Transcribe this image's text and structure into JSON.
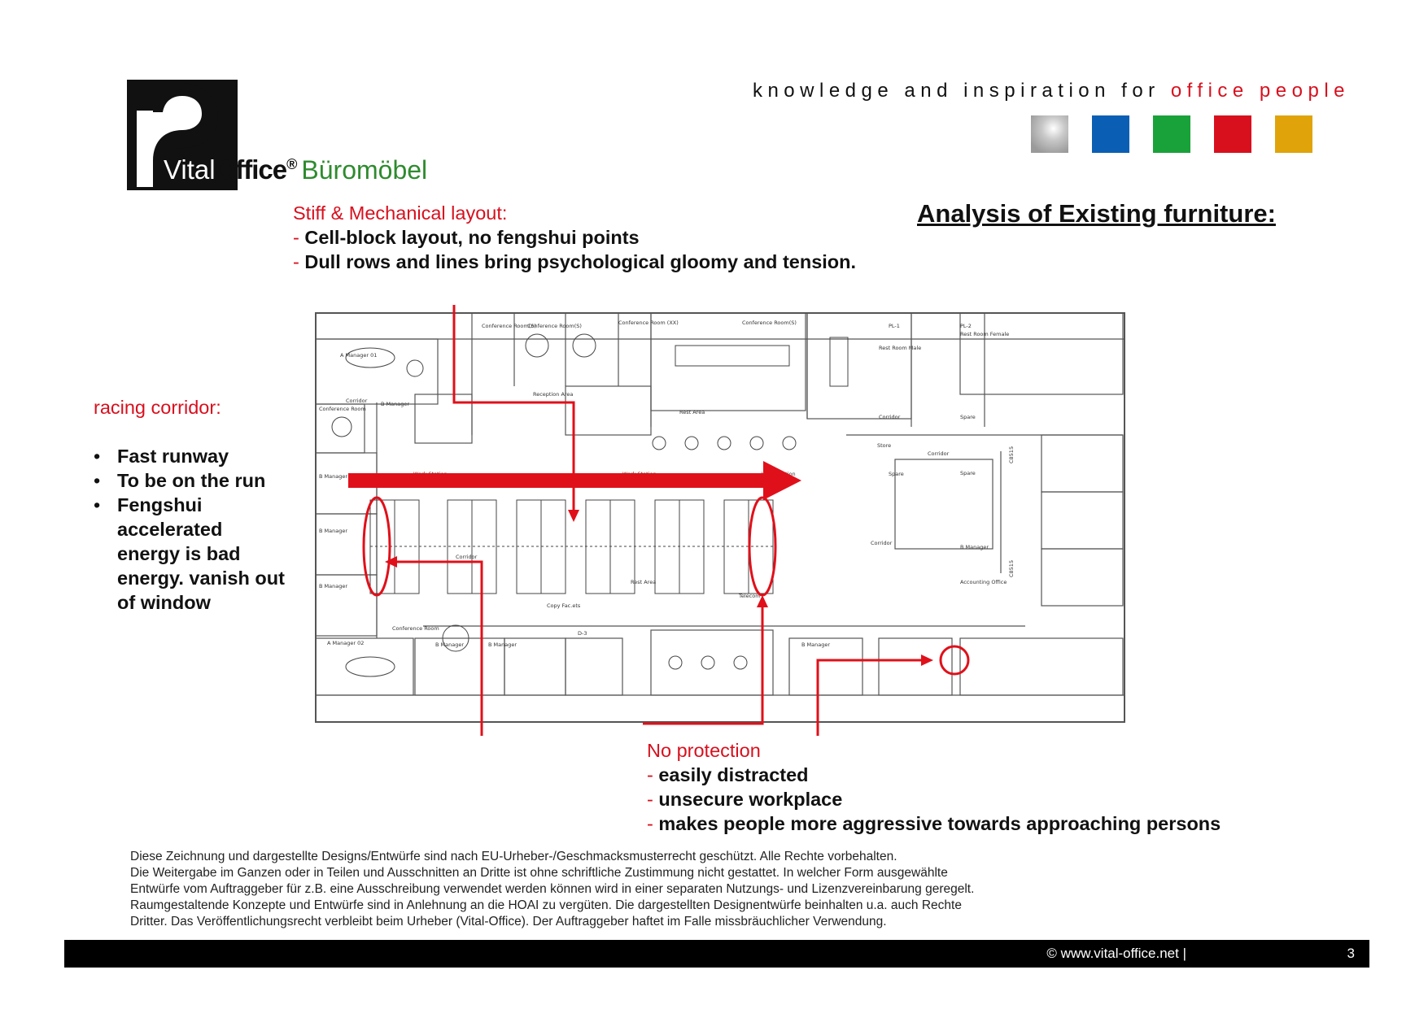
{
  "brand": {
    "logo_vital": "Vital",
    "logo_office": "Office",
    "logo_reg": "®",
    "logo_suffix": "Büromöbel",
    "tagline_main": "knowledge and inspiration for ",
    "tagline_accent": "office people",
    "swatch_colors": [
      "#9a9a9a",
      "#0a5fb4",
      "#1aa23a",
      "#d8101e",
      "#e0a40a"
    ]
  },
  "section_title": "Analysis of Existing furniture:",
  "callouts": {
    "stiff": {
      "heading": "Stiff & Mechanical layout:",
      "items": [
        "Cell-block layout, no fengshui points",
        "Dull rows and lines bring psychological gloomy and tension."
      ]
    },
    "racing": {
      "heading": "racing corridor:",
      "items": [
        "Fast runway",
        "To be on the run",
        "Fengshui accelerated energy is bad energy.  vanish out of window"
      ]
    },
    "no_protection": {
      "heading": "No protection",
      "items": [
        "easily distracted",
        "unsecure workplace",
        "makes people more aggressive towards approaching persons"
      ]
    }
  },
  "floorplan": {
    "labels": {
      "conf1": "Conference Room(S)",
      "conf2": "Conference Room(S)",
      "conf_xl": "Conference Room (XX)",
      "conf_s": "Conference Room(S)",
      "reception": "Reception Area",
      "a_manager_1": "A Manager 01",
      "a_manager_2": "A Manager 02",
      "b_manager": "B Manager",
      "conf_room": "Conference Room",
      "corridor": "Corridor",
      "rest_area": "Rest Area",
      "work_station": "Work Station",
      "rest_male": "Rest Room Male",
      "rest_female": "Rest Room Female",
      "store": "Store",
      "spare": "Spare",
      "telecom": "Telecom",
      "copy": "Copy Fac.ets",
      "accounting": "Accounting Office",
      "pl1": "PL-1",
      "pl2": "PL-2",
      "d3": "D-3",
      "side1": "C8515",
      "side2": "C8515"
    }
  },
  "disclaimer": [
    "Diese Zeichnung und dargestellte Designs/Entwürfe sind nach EU-Urheber-/Geschmacksmusterrecht geschützt. Alle Rechte vorbehalten.",
    "Die Weitergabe im Ganzen oder in Teilen und Ausschnitten an Dritte ist ohne schriftliche Zustimmung nicht gestattet. In welcher Form ausgewählte",
    "Entwürfe vom Auftraggeber für z.B. eine Ausschreibung verwendet werden können wird in einer separaten Nutzungs- und Lizenzvereinbarung geregelt.",
    "Raumgestaltende Konzepte und Entwürfe sind in Anlehnung an die HOAI zu vergüten. Die dargestellten Designentwürfe beinhalten u.a. auch Rechte",
    "Dritter. Das Veröffentlichungsrecht verbleibt beim Urheber (Vital-Office). Der Auftraggeber haftet im Falle missbräuchlicher Verwendung."
  ],
  "footer": {
    "url": "©  www.vital-office.net   |",
    "page": "3"
  }
}
